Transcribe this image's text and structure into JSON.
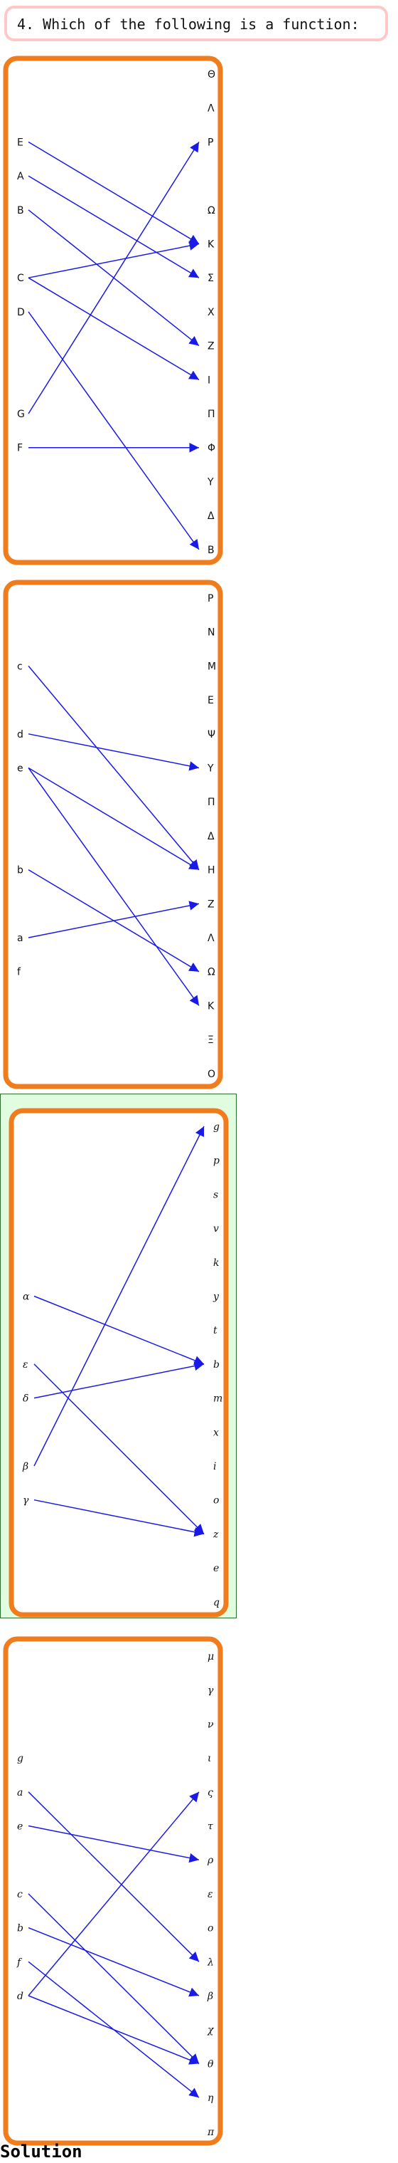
{
  "question": {
    "text": "4. Which of the following is a function:"
  },
  "solution_label": "Solution",
  "colors": {
    "panel_border": "#f07c1e",
    "arrow": "#1a1ae6",
    "highlight_bg": "#e0fde0",
    "question_border": "#ffc8c8"
  },
  "panels": [
    {
      "id": "panel-1",
      "selected": false,
      "italic": false,
      "left": [
        "",
        "",
        "E",
        "A",
        "B",
        "",
        "C",
        "D",
        "",
        "",
        "G",
        "F",
        "",
        "",
        "",
        ""
      ],
      "right": [
        "Θ",
        "Λ",
        "P",
        "",
        "Ω",
        "K",
        "Σ",
        "X",
        "Z",
        "I",
        "Π",
        "Φ",
        "Y",
        "Δ",
        "B",
        ""
      ],
      "arrows": [
        [
          "E",
          "K"
        ],
        [
          "A",
          "Σ"
        ],
        [
          "B",
          "Z"
        ],
        [
          "C",
          "K"
        ],
        [
          "C",
          "I"
        ],
        [
          "D",
          "B"
        ],
        [
          "G",
          "P"
        ],
        [
          "F",
          "Φ"
        ]
      ]
    },
    {
      "id": "panel-2",
      "selected": false,
      "italic": false,
      "left": [
        "",
        "",
        "c",
        "",
        "d",
        "e",
        "",
        "",
        "b",
        "",
        "a",
        "f",
        "",
        "",
        "",
        ""
      ],
      "right": [
        "P",
        "N",
        "M",
        "E",
        "Ψ",
        "Y",
        "Π",
        "Δ",
        "H",
        "Z",
        "Λ",
        "Ω",
        "K",
        "Ξ",
        "O",
        ""
      ],
      "arrows": [
        [
          "c",
          "H"
        ],
        [
          "d",
          "Y"
        ],
        [
          "e",
          "H"
        ],
        [
          "e",
          "K"
        ],
        [
          "b",
          "Ω"
        ],
        [
          "a",
          "Z"
        ]
      ]
    },
    {
      "id": "panel-3",
      "selected": true,
      "italic": true,
      "left": [
        "",
        "",
        "",
        "",
        "",
        "α",
        "",
        "ε",
        "δ",
        "",
        "β",
        "γ",
        "",
        "",
        "",
        ""
      ],
      "right": [
        "g",
        "p",
        "s",
        "v",
        "k",
        "y",
        "t",
        "b",
        "m",
        "x",
        "i",
        "o",
        "z",
        "e",
        "q",
        ""
      ],
      "arrows": [
        [
          "α",
          "b"
        ],
        [
          "ε",
          "z"
        ],
        [
          "δ",
          "b"
        ],
        [
          "β",
          "g"
        ],
        [
          "γ",
          "z"
        ]
      ]
    },
    {
      "id": "panel-4",
      "selected": false,
      "italic": true,
      "left": [
        "",
        "",
        "",
        "g",
        "a",
        "e",
        "",
        "c",
        "b",
        "f",
        "d",
        "",
        "",
        "",
        "",
        ""
      ],
      "right": [
        "μ",
        "γ",
        "ν",
        "ι",
        "ς",
        "τ",
        "ρ",
        "ε",
        "ο",
        "λ",
        "β",
        "χ",
        "θ",
        "η",
        "π",
        ""
      ],
      "arrows": [
        [
          "a",
          "λ"
        ],
        [
          "e",
          "ρ"
        ],
        [
          "c",
          "θ"
        ],
        [
          "b",
          "β"
        ],
        [
          "f",
          "η"
        ],
        [
          "d",
          "ς"
        ],
        [
          "d",
          "θ"
        ]
      ]
    }
  ]
}
